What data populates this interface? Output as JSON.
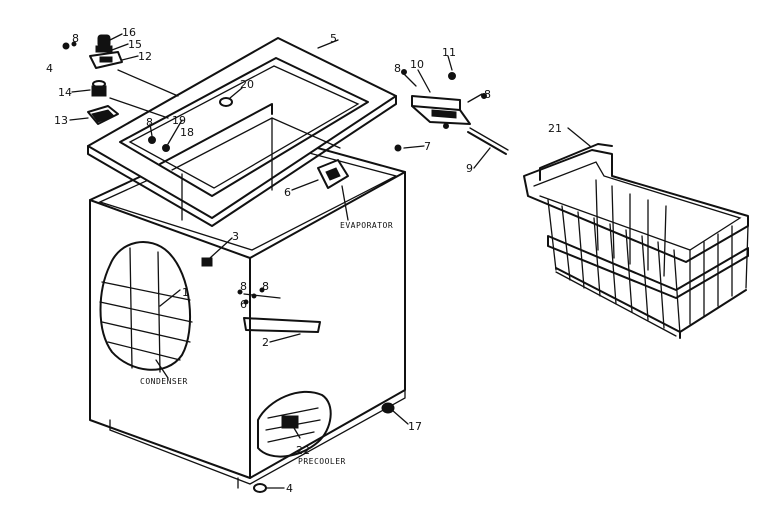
{
  "callouts": {
    "c1": "1",
    "c2": "2",
    "c3": "3",
    "c4a": "4",
    "c4b": "4",
    "c5": "5",
    "c6a": "6",
    "c6b": "6",
    "c7": "7",
    "c8a": "8",
    "c8b": "8",
    "c8c": "8",
    "c8d": "8",
    "c8e": "8",
    "c8f": "8",
    "c9": "9",
    "c10": "10",
    "c11": "11",
    "c12": "12",
    "c13": "13",
    "c14": "14",
    "c15": "15",
    "c16": "16",
    "c17": "17",
    "c18": "18",
    "c19": "19",
    "c20": "20",
    "c21": "21",
    "c22": "22"
  },
  "captions": {
    "evaporator": "EVAPORATOR",
    "condenser": "CONDENSER",
    "precooler": "PRECOOLER"
  }
}
